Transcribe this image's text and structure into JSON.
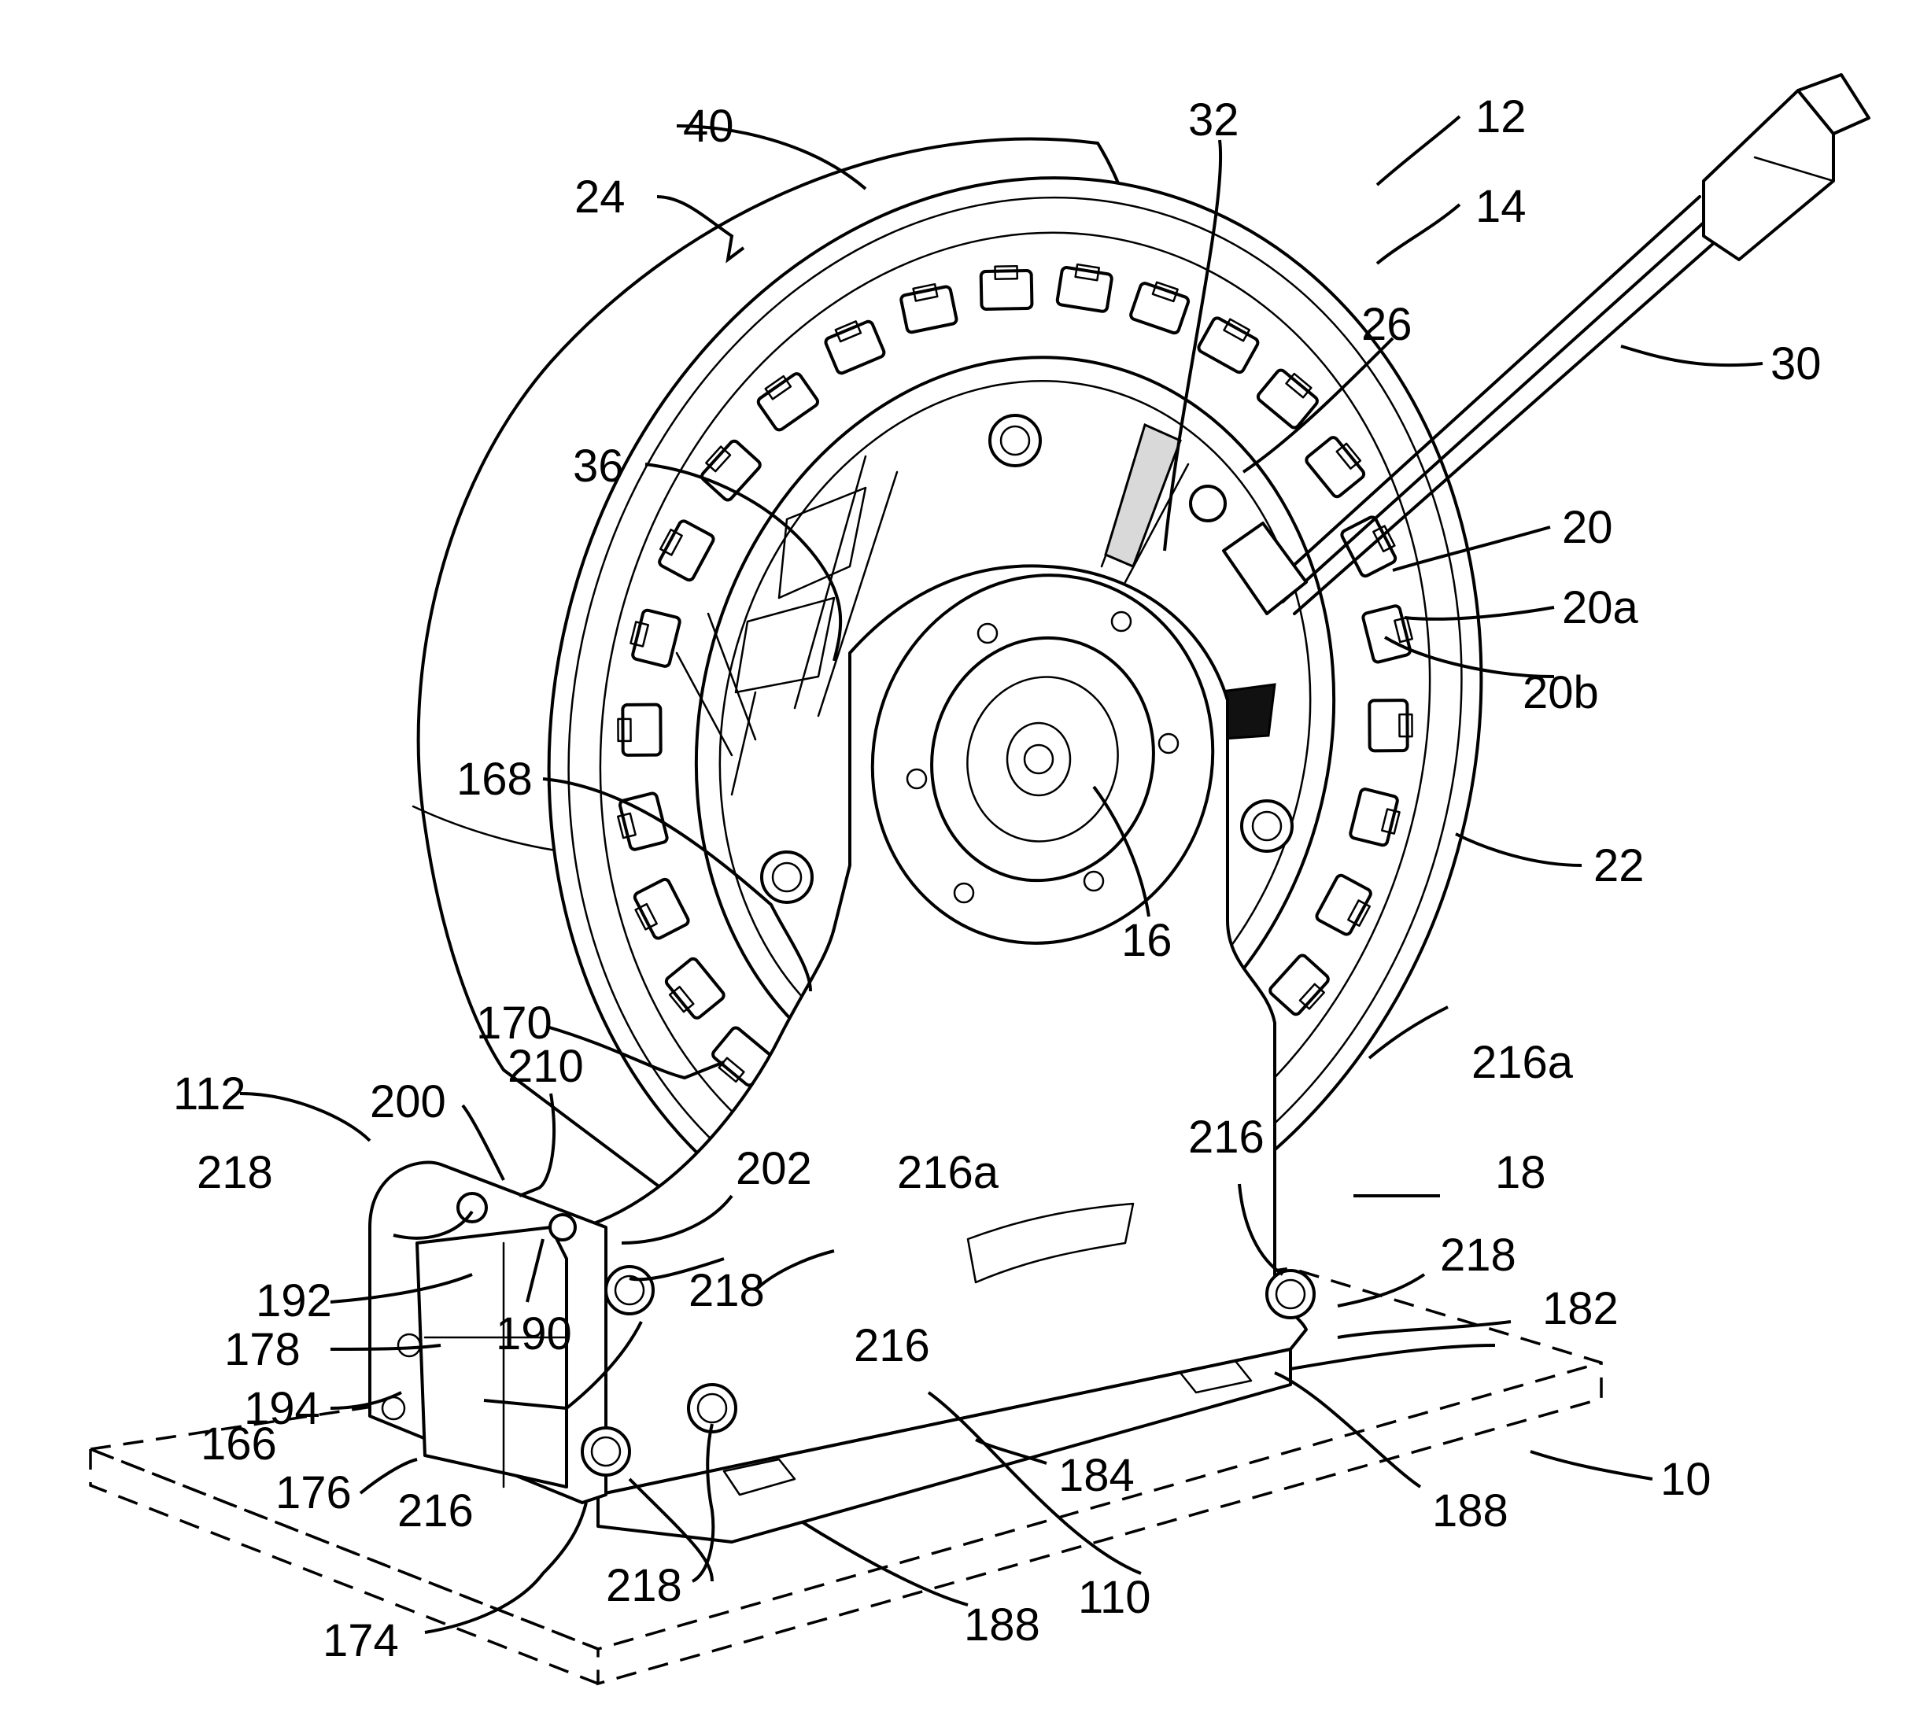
{
  "figure": {
    "labels": [
      {
        "key": "l12",
        "text": "12"
      },
      {
        "key": "l14",
        "text": "14"
      },
      {
        "key": "l16",
        "text": "16"
      },
      {
        "key": "l18",
        "text": "18"
      },
      {
        "key": "l10",
        "text": "10"
      },
      {
        "key": "l20",
        "text": "20"
      },
      {
        "key": "l20a",
        "text": "20a"
      },
      {
        "key": "l20b",
        "text": "20b"
      },
      {
        "key": "l22",
        "text": "22"
      },
      {
        "key": "l24",
        "text": "24"
      },
      {
        "key": "l26",
        "text": "26"
      },
      {
        "key": "l30",
        "text": "30"
      },
      {
        "key": "l32",
        "text": "32"
      },
      {
        "key": "l36",
        "text": "36"
      },
      {
        "key": "l40",
        "text": "40"
      },
      {
        "key": "l110",
        "text": "110"
      },
      {
        "key": "l112",
        "text": "112"
      },
      {
        "key": "l166",
        "text": "166"
      },
      {
        "key": "l168",
        "text": "168"
      },
      {
        "key": "l170",
        "text": "170"
      },
      {
        "key": "l174",
        "text": "174"
      },
      {
        "key": "l176",
        "text": "176"
      },
      {
        "key": "l178",
        "text": "178"
      },
      {
        "key": "l182",
        "text": "182"
      },
      {
        "key": "l184",
        "text": "184"
      },
      {
        "key": "l188a",
        "text": "188"
      },
      {
        "key": "l188b",
        "text": "188"
      },
      {
        "key": "l190",
        "text": "190"
      },
      {
        "key": "l192",
        "text": "192"
      },
      {
        "key": "l194",
        "text": "194"
      },
      {
        "key": "l200",
        "text": "200"
      },
      {
        "key": "l202",
        "text": "202"
      },
      {
        "key": "l210",
        "text": "210"
      },
      {
        "key": "l216a",
        "text": "216"
      },
      {
        "key": "l216b",
        "text": "216"
      },
      {
        "key": "l216c",
        "text": "216"
      },
      {
        "key": "l216r",
        "text": "216a"
      },
      {
        "key": "l216m",
        "text": "216a"
      },
      {
        "key": "l218a",
        "text": "218"
      },
      {
        "key": "l218b",
        "text": "218"
      },
      {
        "key": "l218c",
        "text": "218"
      },
      {
        "key": "l218d",
        "text": "218"
      }
    ]
  }
}
